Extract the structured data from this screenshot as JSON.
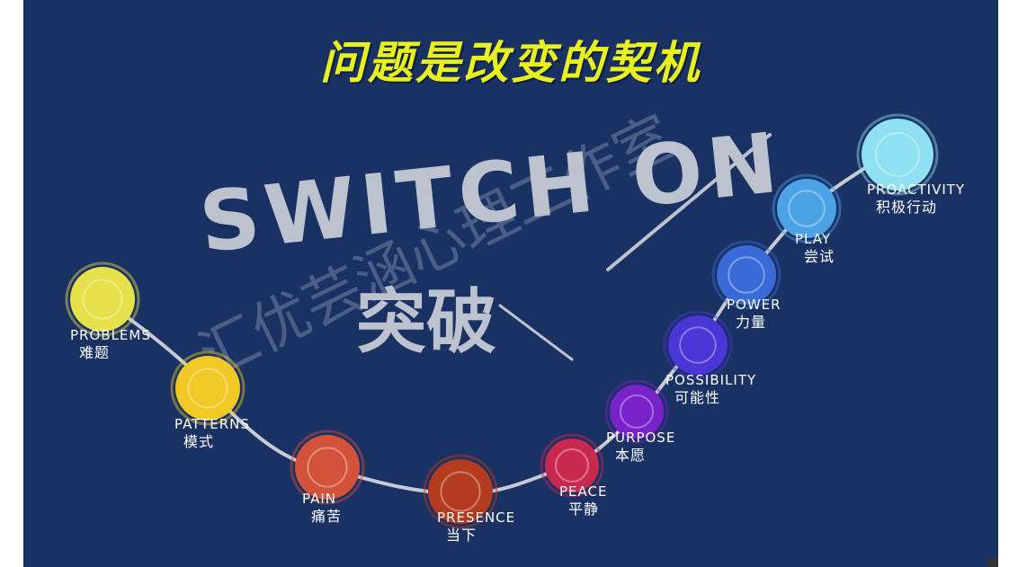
{
  "title": "问题是改变的契机",
  "headline": "SWITCH ON",
  "headline_cn": "突破",
  "watermark": "汇优芸涵心理工作室",
  "colors": {
    "background": "#1a3163",
    "title": "#e8f01e",
    "chalk": "#bcc3cf",
    "path": "#c7cbd6"
  },
  "stages": [
    {
      "en": "PROBLEMS",
      "cn": "难题",
      "color": "#e6e04a"
    },
    {
      "en": "PATTERNS",
      "cn": "模式",
      "color": "#f0c926"
    },
    {
      "en": "PAIN",
      "cn": "痛苦",
      "color": "#d2533a"
    },
    {
      "en": "PRESENCE",
      "cn": "当下",
      "color": "#b53b20"
    },
    {
      "en": "PEACE",
      "cn": "平静",
      "color": "#c9284f"
    },
    {
      "en": "PURPOSE",
      "cn": "本愿",
      "color": "#7a22c9"
    },
    {
      "en": "POSSIBILITY",
      "cn": "可能性",
      "color": "#4a35d6"
    },
    {
      "en": "POWER",
      "cn": "力量",
      "color": "#3a6ad8"
    },
    {
      "en": "PLAY",
      "cn": "尝试",
      "color": "#4ba3e6"
    },
    {
      "en": "PROACTIVITY",
      "cn": "积极行动",
      "color": "#8fe0f0"
    }
  ]
}
